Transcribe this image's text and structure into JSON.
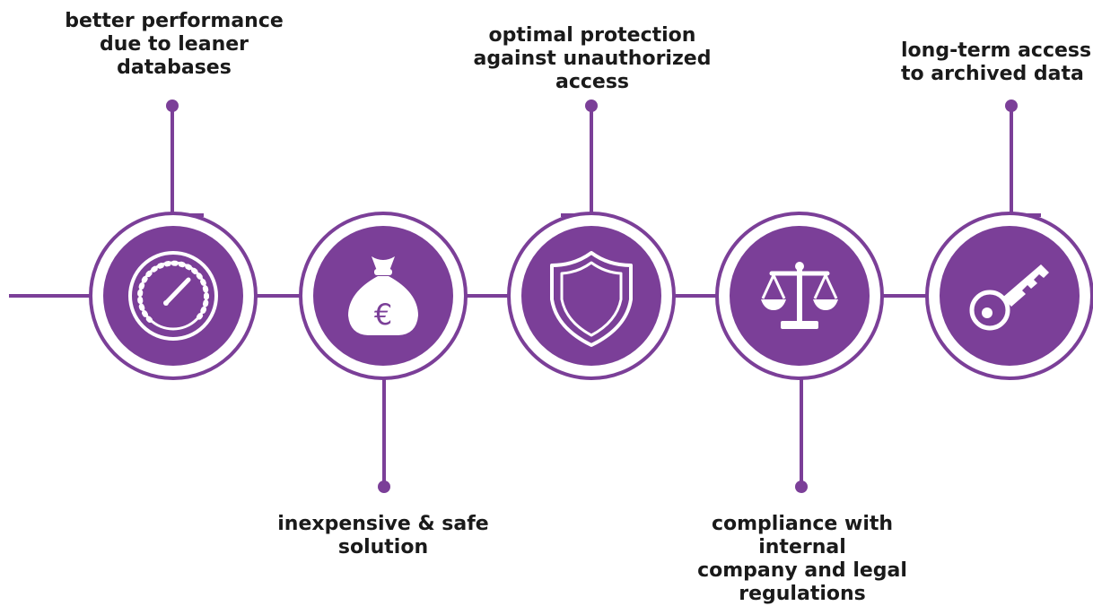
{
  "colors": {
    "accent": "#7b3f98",
    "background": "#ffffff",
    "icon_fill": "#ffffff",
    "text": "#1a1a1a"
  },
  "steps": [
    {
      "label": "better performance\ndue to leaner\ndatabases",
      "icon": "speedometer-icon",
      "callout": "top"
    },
    {
      "label": "inexpensive & safe\nsolution",
      "icon": "euro-money-bag-icon",
      "callout": "bottom"
    },
    {
      "label": "optimal protection\nagainst unauthorized\naccess",
      "icon": "shield-icon",
      "callout": "top"
    },
    {
      "label": "compliance with internal\ncompany and legal\nregulations",
      "icon": "scales-icon",
      "callout": "bottom"
    },
    {
      "label": "long-term access\nto archived data",
      "icon": "key-icon",
      "callout": "top"
    }
  ],
  "money_bag_symbol": "€"
}
